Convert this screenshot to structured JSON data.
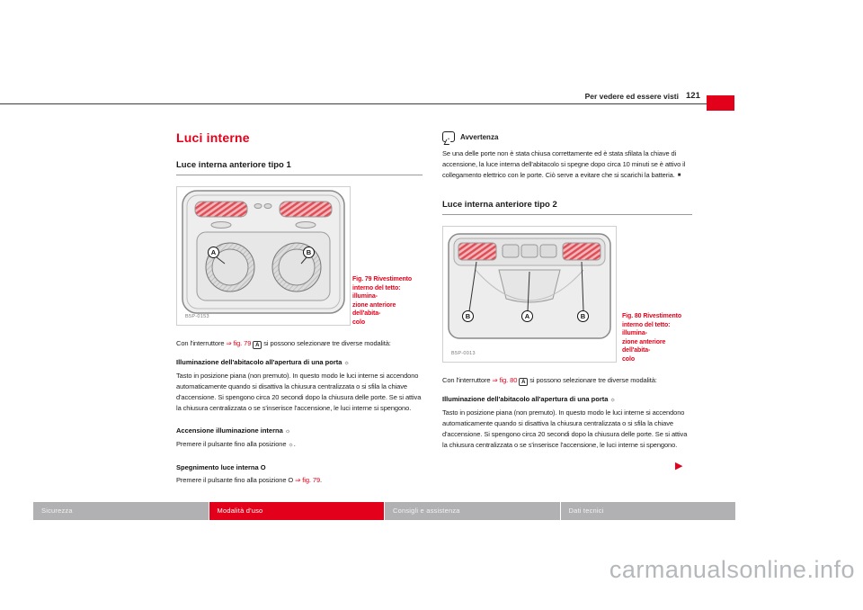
{
  "header": {
    "section": "Per vedere ed essere visti",
    "page_number": "121"
  },
  "icons": {
    "door_light": "☼",
    "note_i": "i",
    "end_of_section": "■",
    "continue_arrow": "▶"
  },
  "left": {
    "title": "Luci interne",
    "section1": {
      "heading": "Luce interna anteriore tipo 1",
      "figure": {
        "code": "B5P-0153",
        "caption": "Fig. 79  Rivestimento\ninterno del tetto: illumina-\nzione anteriore dell'abita-\ncolo",
        "callouts": [
          "A",
          "B"
        ]
      },
      "intro": {
        "pre": "Con l'interruttore ",
        "link": "⇒ fig. 79 ",
        "badge": "A",
        "post": " si possono selezionare tre diverse modalità:"
      },
      "sub1": {
        "heading": "Illuminazione dell'abitacolo all'apertura di una porta ",
        "body": "Tasto in posizione piana (non premuto). In questo modo le luci interne si accendono automaticamente quando si disattiva la chiusura centralizzata o si sfila la chiave d'accensione. Si spengono circa 20 secondi dopo la chiusura delle porte. Se si attiva la chiusura centralizzata o se s'inserisce l'accensione, le luci interne si spengono."
      },
      "sub2": {
        "heading": "Accensione illuminazione interna ",
        "body_pre": "Premere il pulsante fino alla posizione ",
        "body_post": "."
      },
      "sub3": {
        "heading": "Spegnimento luce interna O",
        "body_pre": "Premere il pulsante fino alla posizione O ",
        "link": "⇒ fig. 79",
        "body_post": "."
      }
    }
  },
  "right": {
    "note": {
      "title": "Avvertenza",
      "body": "Se una delle porte non è stata chiusa correttamente ed è stata sfilata la chiave di accensione, la luce interna dell'abitacolo si spegne dopo circa 10 minuti se è attivo il collegamento elettrico con le porte. Ciò serve a evitare che si scarichi la batteria."
    },
    "section2": {
      "heading": "Luce interna anteriore tipo 2",
      "figure": {
        "code": "B5P-0013",
        "caption": "Fig. 80  Rivestimento\ninterno del tetto: illumina-\nzione anteriore dell'abita-\ncolo",
        "callouts": [
          "B",
          "A",
          "B"
        ]
      },
      "intro": {
        "pre": "Con l'interruttore ",
        "link": "⇒ fig. 80 ",
        "badge": "A",
        "post": " si possono selezionare tre diverse modalità:"
      },
      "sub1": {
        "heading": "Illuminazione dell'abitacolo all'apertura di una porta ",
        "body": "Tasto in posizione piana (non premuto). In questo modo le luci interne si accendono automaticamente quando si disattiva la chiusura centralizzata o si sfila la chiave d'accensione. Si spengono circa 20 secondi dopo la chiusura delle porte. Se si attiva la chiusura centralizzata o se s'inserisce l'accensione, le luci interne si spengono."
      }
    }
  },
  "footer": {
    "tabs": [
      {
        "label": "Sicurezza",
        "active": false
      },
      {
        "label": "Modalità d'uso",
        "active": true
      },
      {
        "label": "Consigli e assistenza",
        "active": false
      },
      {
        "label": "Dati tecnici",
        "active": false
      }
    ]
  },
  "watermark": "carmanualsonline.info",
  "colors": {
    "accent_red": "#e2001a",
    "tab_gray": "#b1b1b4"
  }
}
